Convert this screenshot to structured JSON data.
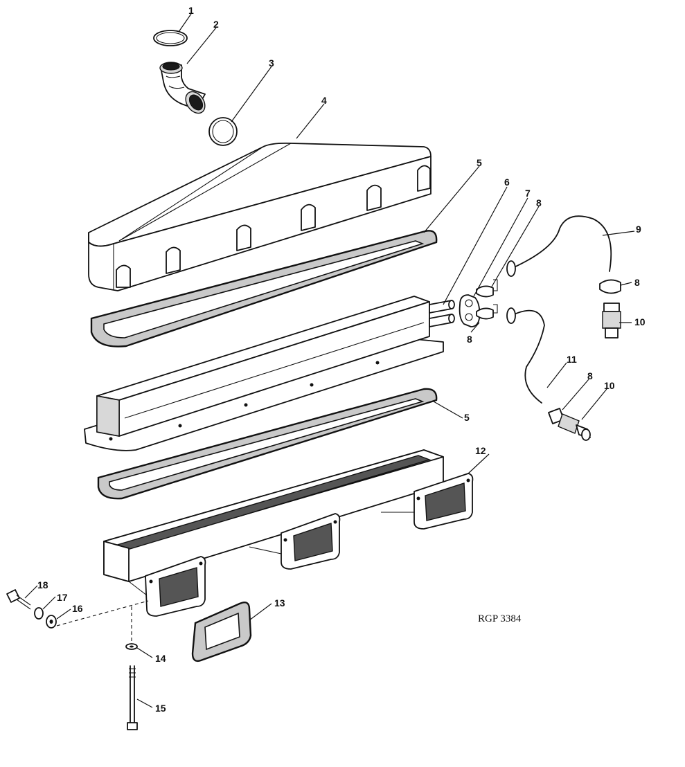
{
  "figure": {
    "reference_code": "RGP 3384"
  },
  "callouts": [
    "1",
    "2",
    "3",
    "4",
    "5",
    "6",
    "7",
    "8",
    "9",
    "8",
    "10",
    "8",
    "11",
    "8",
    "10",
    "5",
    "12",
    "13",
    "18",
    "17",
    "16",
    "14",
    "15"
  ],
  "parts": [
    {
      "id": "part-1",
      "name": "o-ring",
      "callout": "1"
    },
    {
      "id": "part-2",
      "name": "elbow",
      "callout": "2"
    },
    {
      "id": "part-3",
      "name": "o-ring",
      "callout": "3"
    },
    {
      "id": "part-4",
      "name": "cover",
      "callout": "4"
    },
    {
      "id": "part-5",
      "name": "gasket",
      "callout": "5"
    },
    {
      "id": "part-6",
      "name": "aftercooler core",
      "callout": "6"
    },
    {
      "id": "part-7",
      "name": "seal",
      "callout": "7"
    },
    {
      "id": "part-8",
      "name": "clamp",
      "callout": "8"
    },
    {
      "id": "part-9",
      "name": "hose",
      "callout": "9"
    },
    {
      "id": "part-10",
      "name": "fitting",
      "callout": "10"
    },
    {
      "id": "part-11",
      "name": "hose",
      "callout": "11"
    },
    {
      "id": "part-12",
      "name": "intake manifold",
      "callout": "12"
    },
    {
      "id": "part-13",
      "name": "gasket",
      "callout": "13"
    },
    {
      "id": "part-14",
      "name": "washer",
      "callout": "14"
    },
    {
      "id": "part-15",
      "name": "stud bolt",
      "callout": "15"
    },
    {
      "id": "part-16",
      "name": "washer",
      "callout": "16"
    },
    {
      "id": "part-17",
      "name": "lock washer",
      "callout": "17"
    },
    {
      "id": "part-18",
      "name": "cap screw",
      "callout": "18"
    }
  ]
}
